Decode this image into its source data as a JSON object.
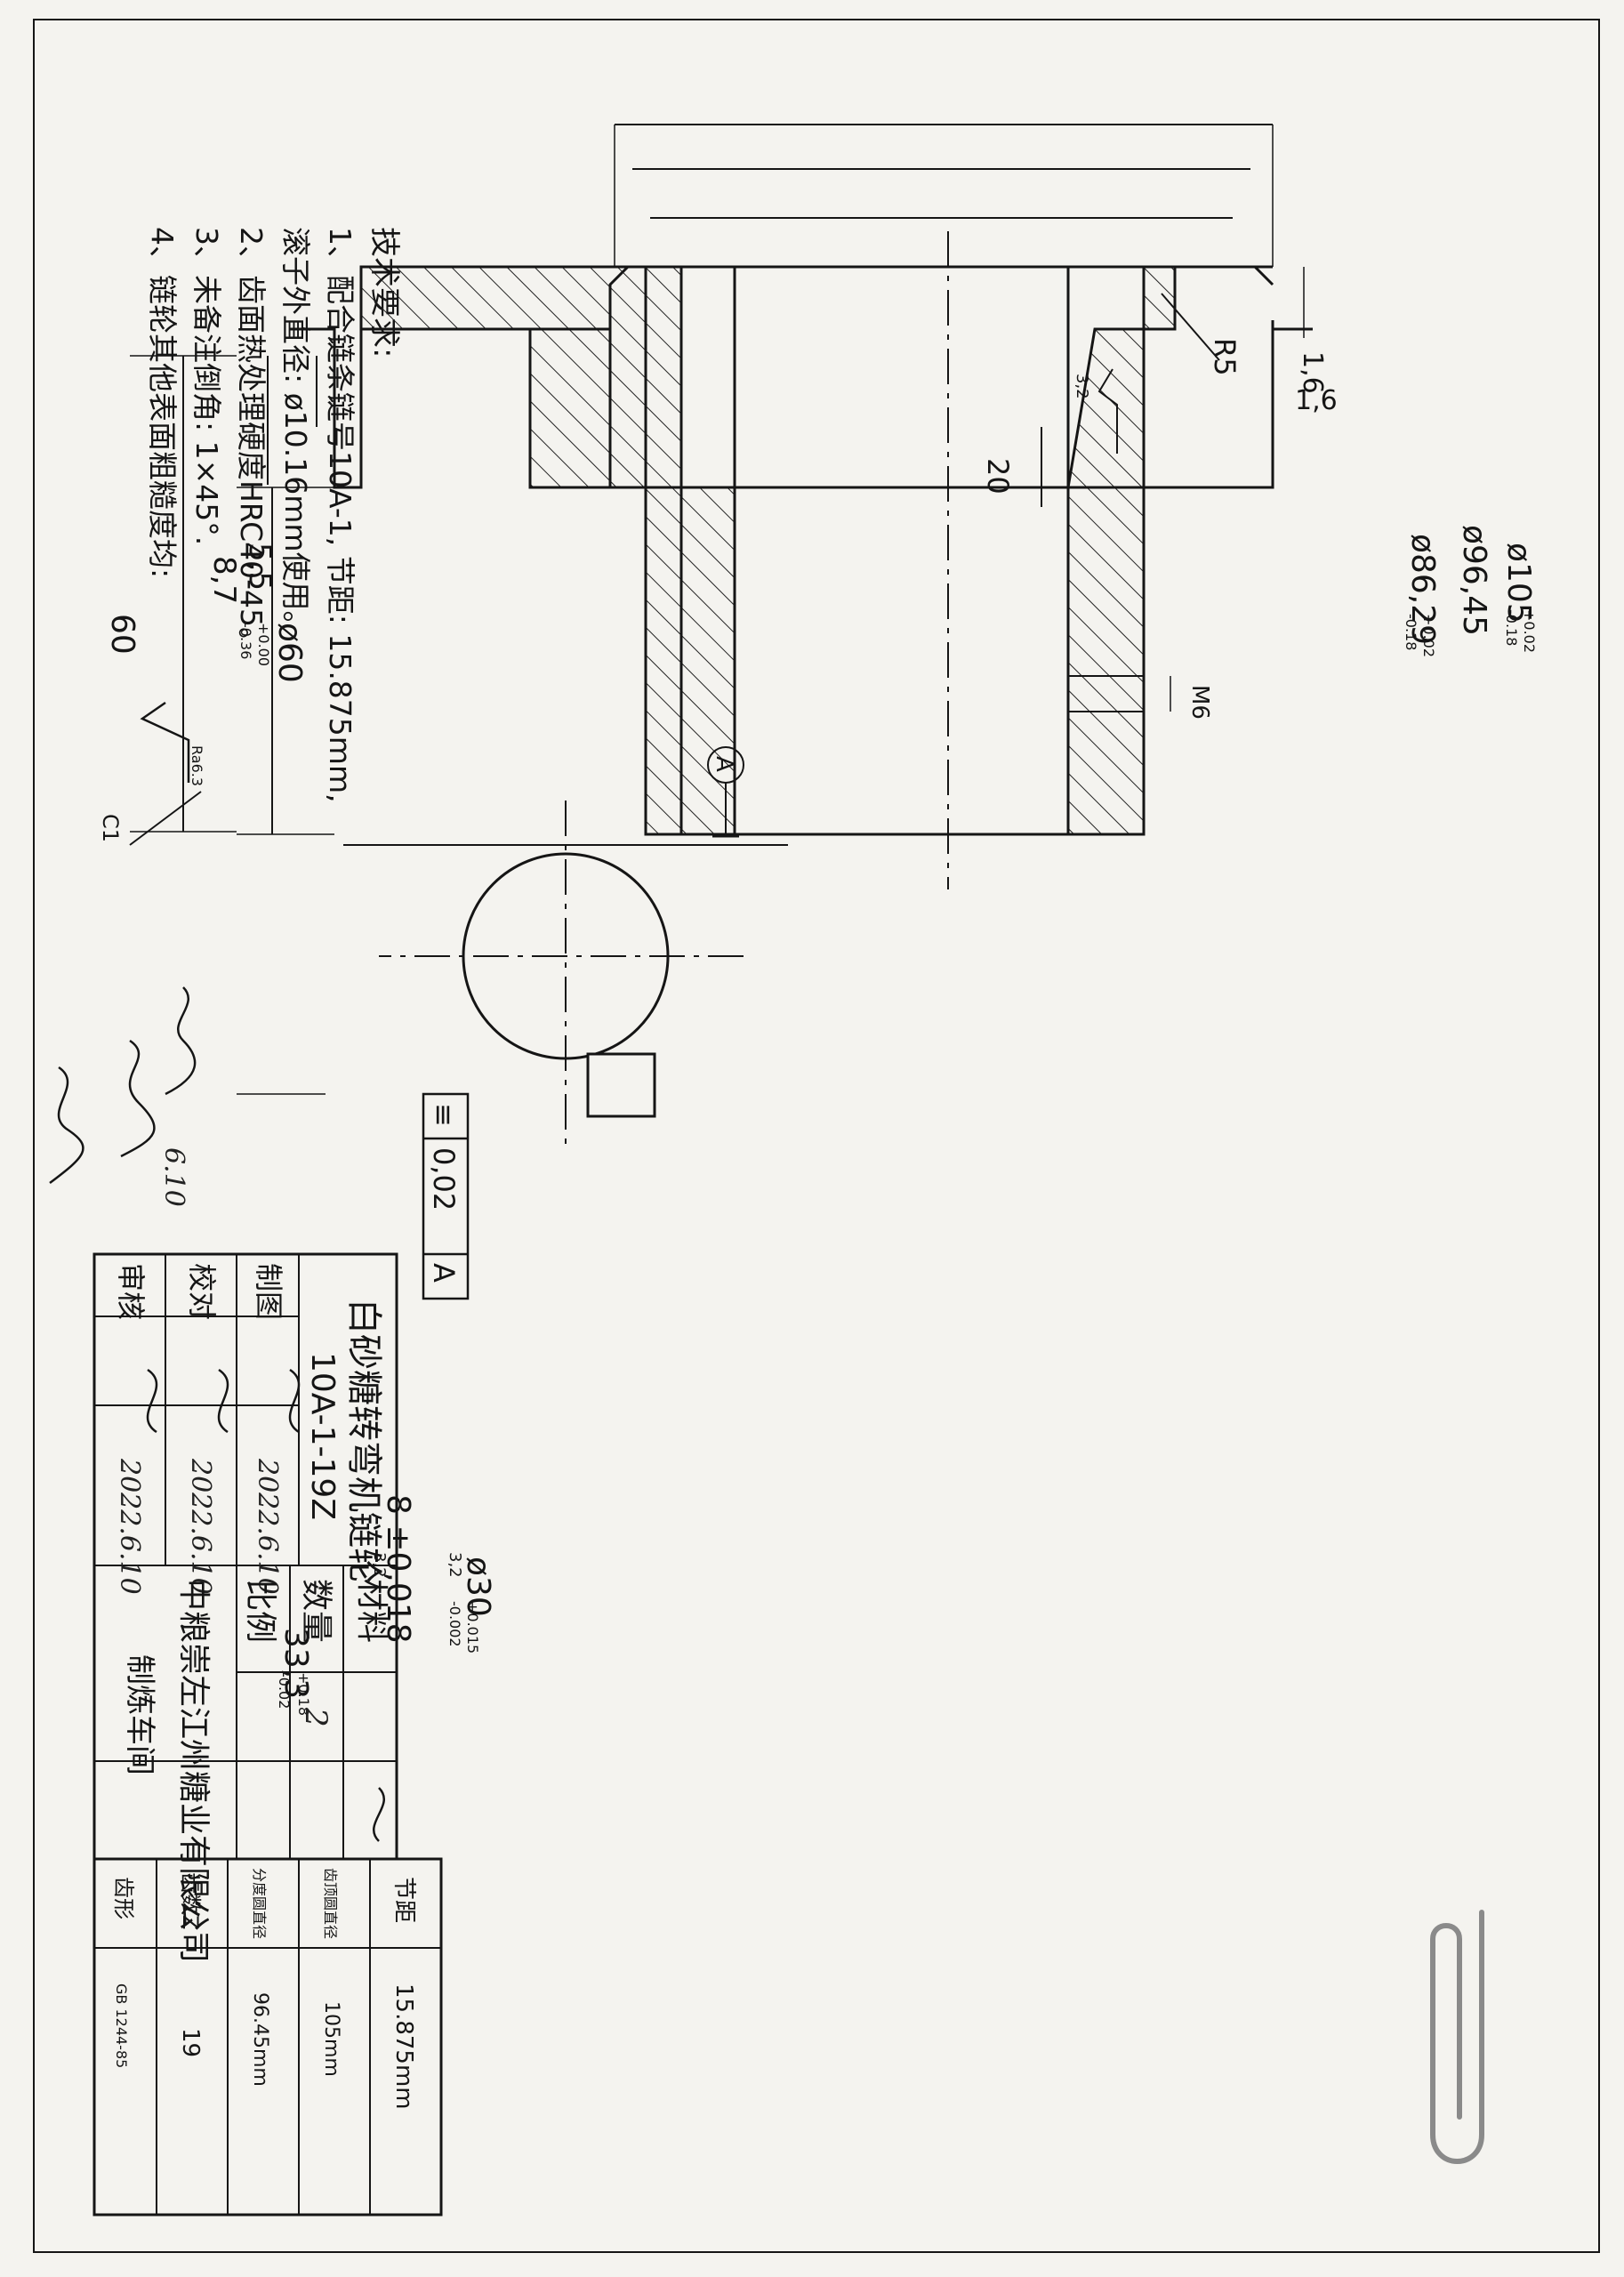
{
  "tech_requirements": {
    "title": "技术要求:",
    "items": [
      "1、配合链条链号10A-1, 节距: 15.875mm,",
      "滚子外直径: ø10.16mm使用。",
      "2、齿面热处理硬度HRC40-45。",
      "3、未备注倒角: 1×45°.",
      "4、链轮其他表面粗糙度均:"
    ],
    "roughness_label": "Ra6.3"
  },
  "section_view": {
    "d105": "ø105",
    "d105_tol_upper": "+0.02",
    "d105_tol_lower": "-0.18",
    "d96": "ø96,45",
    "d86": "ø86,29",
    "d86_tol_upper": "+0.02",
    "d86_tol_lower": "-0.18",
    "chamfer_top": "1,6",
    "chamfer_bottom": "1,6",
    "radius": "R5",
    "roughness": "3,2",
    "thread": "M6",
    "dim_20": "20",
    "d60": "ø60",
    "chamfer_c1": "C1",
    "dim_87": "8,7",
    "dim_55": "5,5",
    "dim_55_tol_upper": "+0.00",
    "dim_55_tol_lower": "-0.36",
    "dim_60": "60"
  },
  "end_view": {
    "datum": "A",
    "symmetry_symbol": "≡",
    "symmetry_value": "0,02",
    "symmetry_datum": "A",
    "key_width": "8 ±0,018",
    "bore": "ø30",
    "bore_tol_upper": "+0.015",
    "bore_tol_lower": "-0.002",
    "key_depth": "33,3",
    "key_depth_tol_upper": "+0.18",
    "key_depth_tol_lower": "-0.02",
    "roughness_1": "3,2",
    "roughness_2": "3,2"
  },
  "title_block": {
    "part_name": "白砂糖转弯机链轮",
    "part_code": "10A-1-19Z",
    "row_labels": [
      "制图",
      "校对",
      "审核"
    ],
    "row_dates": [
      "2022.6.10",
      "2022.6.10",
      "2022.6.10"
    ],
    "material_label": "材料",
    "quantity_label": "数量",
    "scale_label": "比例",
    "quantity_value": "2",
    "company": "中粮崇左江州糖业有限公司",
    "workshop": "制炼车间"
  },
  "gear_table": {
    "rows": [
      {
        "label": "节距",
        "value": "15.875mm"
      },
      {
        "label": "齿顶圆直径",
        "value": "105mm"
      },
      {
        "label": "分度圆直径",
        "value": "96.45mm"
      },
      {
        "label": "齿数Z",
        "value": "19"
      },
      {
        "label": "齿形",
        "value": "GB 1244-85"
      }
    ]
  },
  "handwriting": {
    "note_date": "6.10"
  }
}
